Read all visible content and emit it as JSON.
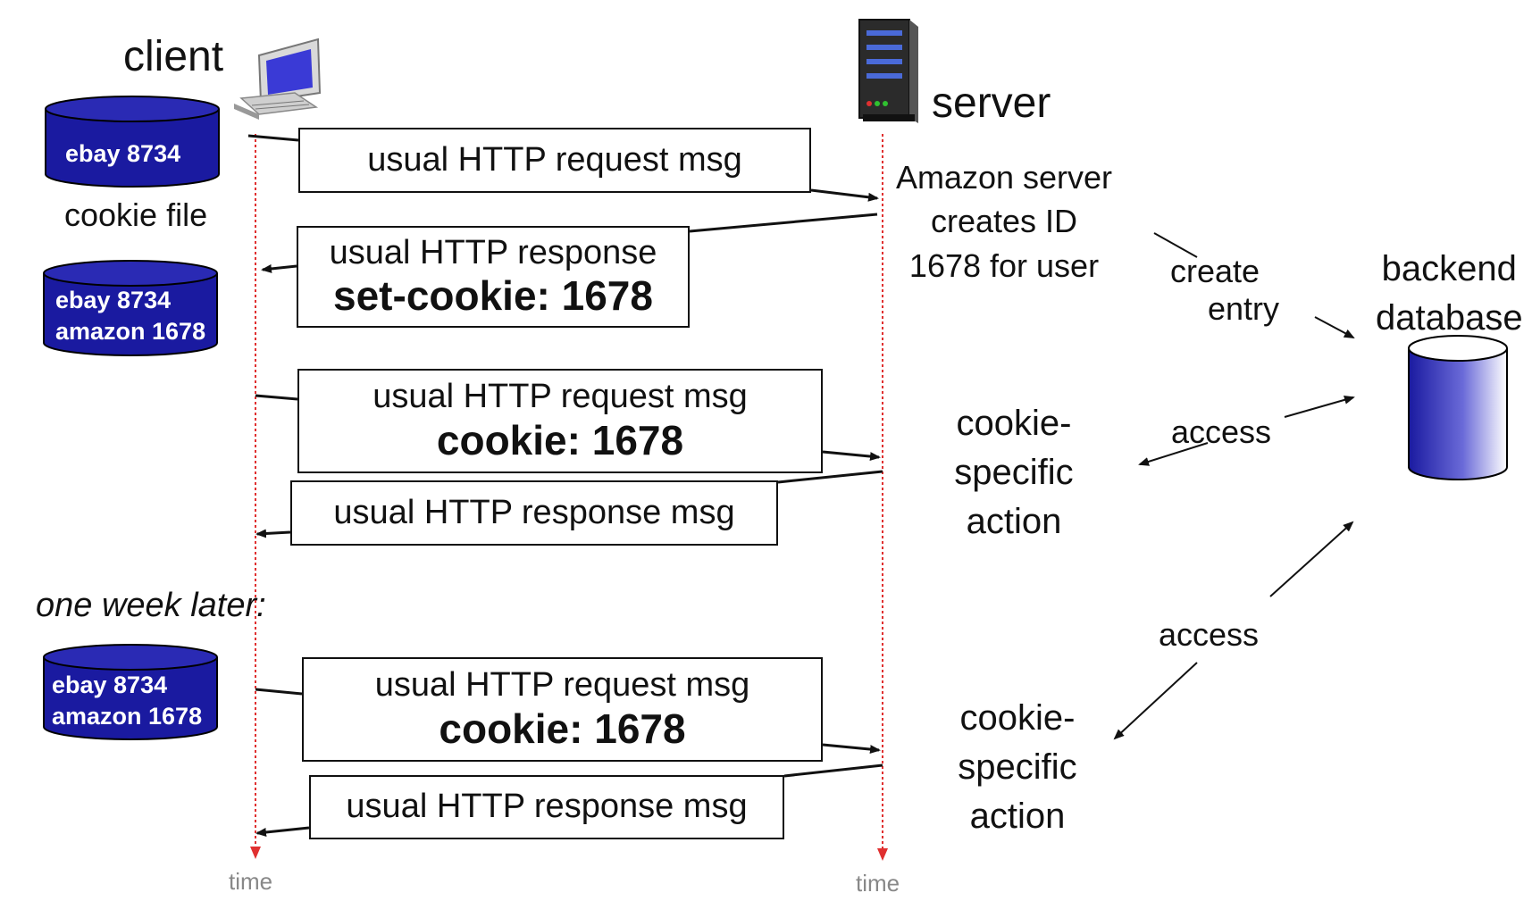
{
  "client": {
    "label": "client"
  },
  "server": {
    "label": "server"
  },
  "cookie_files": [
    {
      "entries": [
        "ebay 8734"
      ],
      "caption": "cookie file"
    },
    {
      "entries": [
        "ebay 8734",
        "amazon 1678"
      ]
    },
    {
      "entries": [
        "ebay 8734",
        "amazon 1678"
      ]
    }
  ],
  "messages": [
    {
      "line1": "usual HTTP request msg",
      "line2": ""
    },
    {
      "line1": "usual HTTP response",
      "line2": "set-cookie: 1678"
    },
    {
      "line1": "usual HTTP request msg",
      "line2": "cookie: 1678"
    },
    {
      "line1": "usual HTTP response msg",
      "line2": ""
    },
    {
      "line1": "usual HTTP request msg",
      "line2": "cookie: 1678"
    },
    {
      "line1": "usual HTTP response msg",
      "line2": ""
    }
  ],
  "server_notes": {
    "create_id": [
      "Amazon server",
      "creates ID",
      "1678 for user"
    ],
    "action_1": [
      "cookie-",
      "specific",
      "action"
    ],
    "action_2": [
      "cookie-",
      "specific",
      "action"
    ]
  },
  "db": {
    "label": [
      "backend",
      "database"
    ]
  },
  "arrows": {
    "create_entry": [
      "create",
      "entry"
    ],
    "access_1": "access",
    "access_2": "access"
  },
  "one_week_later": "one week later:",
  "time_labels": {
    "client": "time",
    "server": "time"
  },
  "colors": {
    "title_red": "#b22222",
    "note_blue": "#0a0a8c",
    "cylinder_blue": "#1a1aa0",
    "timeline_red": "#e03030"
  }
}
